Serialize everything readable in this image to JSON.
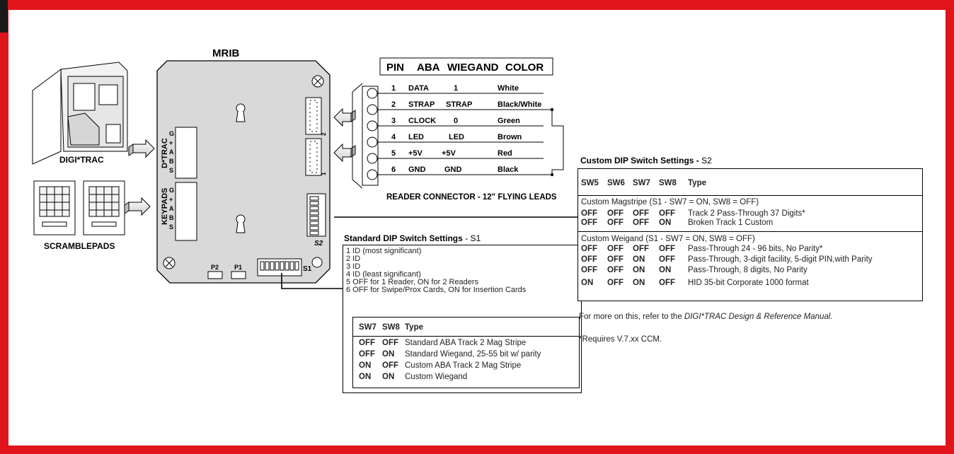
{
  "titles": {
    "mrib": "MRIB",
    "digitrac": "DIGI*TRAC",
    "scramblepads": "SCRAMBLEPADS",
    "reader_connector": "READER CONNECTOR - 12\" FLYING LEADS"
  },
  "board_labels": {
    "dtrac": "D*TRAC",
    "keypads": "KEYPADS",
    "g": "G",
    "plus": "+",
    "a": "A",
    "b": "B",
    "s": "S",
    "s1": "S1",
    "s2": "S2",
    "p1": "P1",
    "p2": "P2",
    "j1": "1",
    "j2": "2"
  },
  "pin_table": {
    "headers": [
      "PIN",
      "ABA",
      "WIEGAND",
      "COLOR"
    ],
    "rows": [
      {
        "pin": "1",
        "aba": "DATA",
        "wiegand": "1",
        "color": "White"
      },
      {
        "pin": "2",
        "aba": "STRAP",
        "wiegand": "STRAP",
        "color": "Black/White"
      },
      {
        "pin": "3",
        "aba": "CLOCK",
        "wiegand": "0",
        "color": "Green"
      },
      {
        "pin": "4",
        "aba": "LED",
        "wiegand": "LED",
        "color": "Brown"
      },
      {
        "pin": "5",
        "aba": "+5V",
        "wiegand": "+5V",
        "color": "Red"
      },
      {
        "pin": "6",
        "aba": "GND",
        "wiegand": "GND",
        "color": "Black"
      }
    ]
  },
  "s1_settings": {
    "title_bold": "Standard DIP Switch Settings",
    "title_rest": " - S1",
    "switch_list": [
      "1 ID (most significant)",
      "2 ID",
      "3 ID",
      "4 ID (least significant)",
      "5 OFF for 1 Reader, ON for 2 Readers",
      "6 OFF for Swipe/Prox Cards, ON for Insertion Cards"
    ],
    "headers": [
      "SW7",
      "SW8",
      "Type"
    ],
    "rows": [
      {
        "sw7": "OFF",
        "sw8": "OFF",
        "type": "Standard ABA Track 2 Mag Stripe"
      },
      {
        "sw7": "OFF",
        "sw8": "ON",
        "type": "Standard Wiegand, 25-55 bit w/ parity"
      },
      {
        "sw7": "ON",
        "sw8": "OFF",
        "type": "Custom ABA Track 2 Mag Stripe"
      },
      {
        "sw7": "ON",
        "sw8": "ON",
        "type": "Custom Wiegand"
      }
    ]
  },
  "s2_settings": {
    "title_bold": "Custom DIP Switch Settings -",
    "title_rest": " S2",
    "headers": [
      "SW5",
      "SW6",
      "SW7",
      "SW8",
      "Type"
    ],
    "magstripe_title": "Custom Magstripe (S1 - SW7 = ON, SW8 = OFF)",
    "magstripe_rows": [
      {
        "sw5": "OFF",
        "sw6": "OFF",
        "sw7": "OFF",
        "sw8": "OFF",
        "type": "Track 2 Pass-Through 37 Digits*"
      },
      {
        "sw5": "OFF",
        "sw6": "OFF",
        "sw7": "OFF",
        "sw8": "ON",
        "type": "Broken Track 1 Custom"
      }
    ],
    "weigand_title": "Custom Weigand (S1 - SW7 = ON, SW8 = OFF)",
    "weigand_rows": [
      {
        "sw5": "OFF",
        "sw6": "OFF",
        "sw7": "OFF",
        "sw8": "OFF",
        "type": "Pass-Through 24 - 96 bits, No Parity*"
      },
      {
        "sw5": "OFF",
        "sw6": "OFF",
        "sw7": "ON",
        "sw8": "OFF",
        "type": "Pass-Through, 3-digit facility, 5-digit PIN,with Parity"
      },
      {
        "sw5": "OFF",
        "sw6": "OFF",
        "sw7": "ON",
        "sw8": "ON",
        "type": "Pass-Through, 8 digits, No Parity"
      },
      {
        "sw5": "ON",
        "sw6": "OFF",
        "sw7": "ON",
        "sw8": "OFF",
        "type": "HID 35-bit Corporate 1000 format"
      }
    ],
    "note_prefix": "For more on this, refer to the ",
    "note_manual": "DIGI*TRAC Design & Reference Manual.",
    "footnote": "*Requires V.7.xx CCM."
  },
  "colors": {
    "border": "#e0141b",
    "board": "#d9d9d9"
  }
}
